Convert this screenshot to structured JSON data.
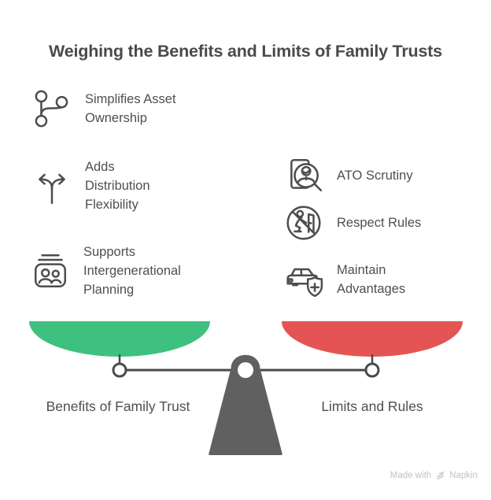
{
  "title": "Weighing the Benefits and Limits of Family Trusts",
  "colors": {
    "pan_green": "#3EC17E",
    "pan_red": "#E45454",
    "fulcrum_gray": "#606060",
    "line_dark": "#4A4A4A"
  },
  "benefits": {
    "pan_label": "Benefits of Family Trust",
    "items": [
      {
        "icon": "git-branch-icon",
        "label": "Simplifies Asset Ownership"
      },
      {
        "icon": "split-arrows-icon",
        "label": "Adds Distribution Flexibility"
      },
      {
        "icon": "family-card-icon",
        "label": "Supports Intergenerational Planning"
      }
    ]
  },
  "limits": {
    "pan_label": "Limits and Rules",
    "items": [
      {
        "icon": "person-magnifier-document-icon",
        "label": "ATO Scrutiny"
      },
      {
        "icon": "prohibited-person-icon",
        "label": "Respect Rules"
      },
      {
        "icon": "car-shield-plus-icon",
        "label": "Maintain Advantages"
      }
    ]
  },
  "watermark": {
    "prefix": "Made with",
    "brand": "Napkin"
  }
}
